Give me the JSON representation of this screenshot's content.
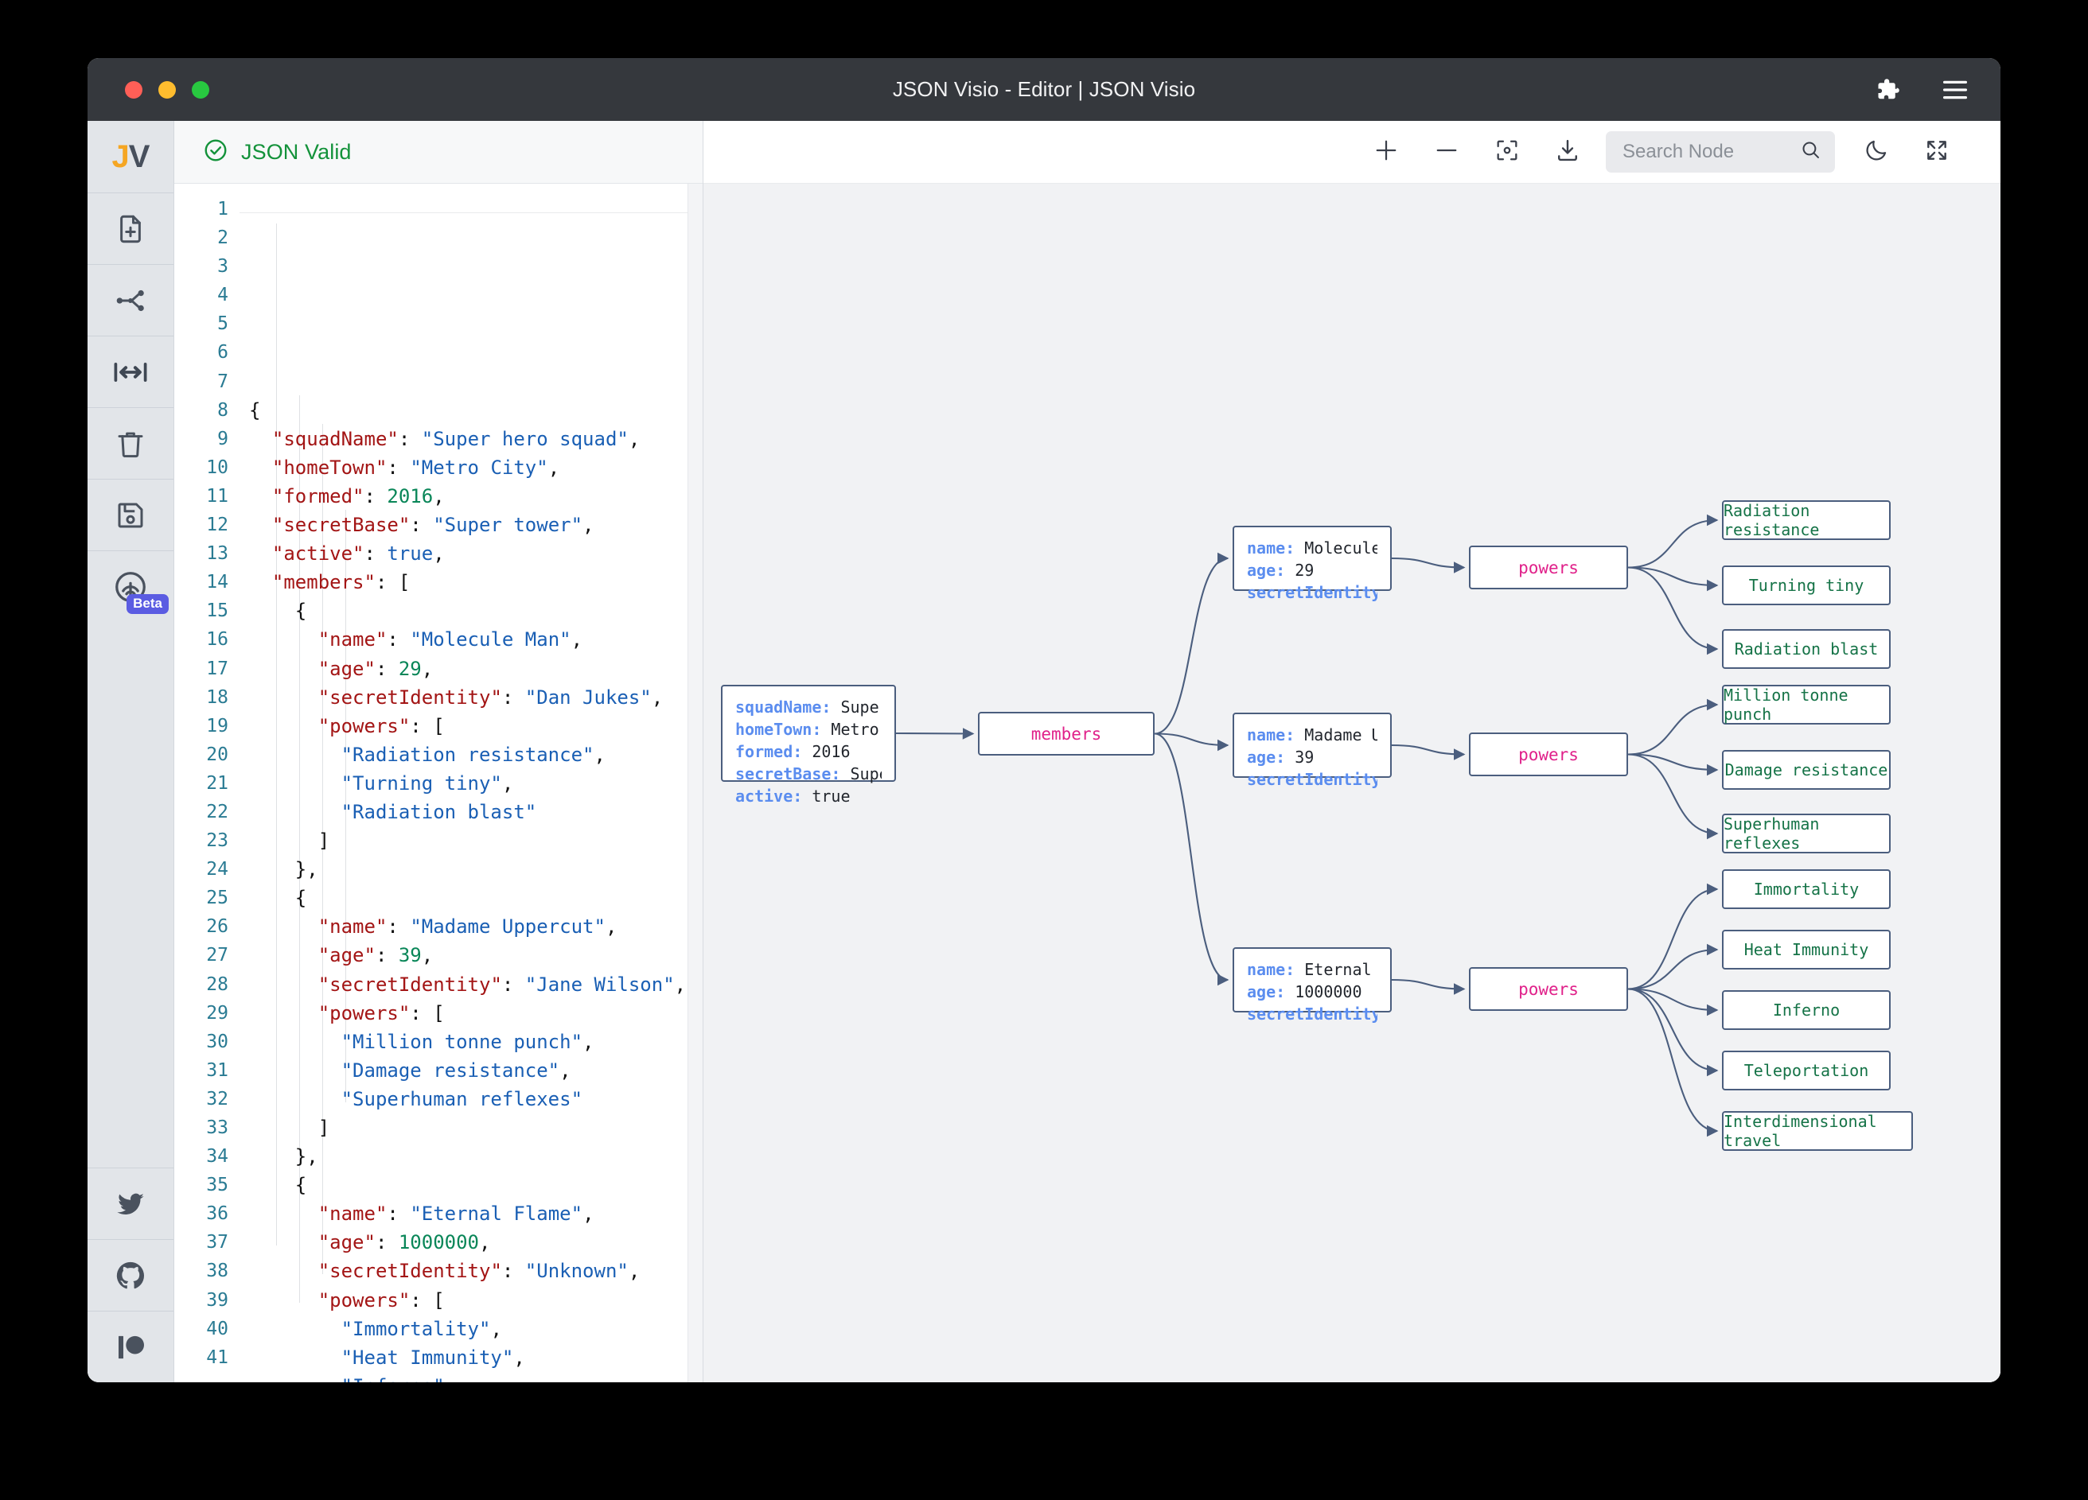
{
  "window": {
    "title": "JSON Visio - Editor | JSON Visio",
    "controls": {
      "close": "close-button",
      "minimize": "minimize-button",
      "maximize": "maximize-button"
    },
    "right_icons": [
      "puzzle-icon",
      "hamburger-menu-icon"
    ]
  },
  "rail": {
    "logo": {
      "j": "J",
      "v": "V"
    },
    "items": [
      {
        "name": "new-document",
        "icon": "file-plus-icon"
      },
      {
        "name": "share-graph",
        "icon": "share-nodes-icon"
      },
      {
        "name": "fit-width",
        "icon": "arrows-horizontal-icon"
      },
      {
        "name": "clear-json",
        "icon": "trash-icon"
      },
      {
        "name": "save-json",
        "icon": "floppy-disk-icon"
      },
      {
        "name": "cloud-save",
        "icon": "gauge-icon",
        "badge": "Beta"
      }
    ],
    "social": [
      {
        "name": "twitter",
        "icon": "twitter-icon"
      },
      {
        "name": "github",
        "icon": "github-icon"
      },
      {
        "name": "patreon",
        "icon": "patreon-icon"
      }
    ]
  },
  "editor": {
    "status": "JSON Valid",
    "status_icon": "check-circle-icon",
    "lines": [
      {
        "n": 1,
        "tokens": [
          {
            "t": "p",
            "v": "{"
          }
        ]
      },
      {
        "n": 2,
        "tokens": [
          {
            "t": "p",
            "v": "  "
          },
          {
            "t": "k",
            "v": "\"squadName\""
          },
          {
            "t": "p",
            "v": ": "
          },
          {
            "t": "s",
            "v": "\"Super hero squad\""
          },
          {
            "t": "p",
            "v": ","
          }
        ]
      },
      {
        "n": 3,
        "tokens": [
          {
            "t": "p",
            "v": "  "
          },
          {
            "t": "k",
            "v": "\"homeTown\""
          },
          {
            "t": "p",
            "v": ": "
          },
          {
            "t": "s",
            "v": "\"Metro City\""
          },
          {
            "t": "p",
            "v": ","
          }
        ]
      },
      {
        "n": 4,
        "tokens": [
          {
            "t": "p",
            "v": "  "
          },
          {
            "t": "k",
            "v": "\"formed\""
          },
          {
            "t": "p",
            "v": ": "
          },
          {
            "t": "n",
            "v": "2016"
          },
          {
            "t": "p",
            "v": ","
          }
        ]
      },
      {
        "n": 5,
        "tokens": [
          {
            "t": "p",
            "v": "  "
          },
          {
            "t": "k",
            "v": "\"secretBase\""
          },
          {
            "t": "p",
            "v": ": "
          },
          {
            "t": "s",
            "v": "\"Super tower\""
          },
          {
            "t": "p",
            "v": ","
          }
        ]
      },
      {
        "n": 6,
        "tokens": [
          {
            "t": "p",
            "v": "  "
          },
          {
            "t": "k",
            "v": "\"active\""
          },
          {
            "t": "p",
            "v": ": "
          },
          {
            "t": "b",
            "v": "true"
          },
          {
            "t": "p",
            "v": ","
          }
        ]
      },
      {
        "n": 7,
        "tokens": [
          {
            "t": "p",
            "v": "  "
          },
          {
            "t": "k",
            "v": "\"members\""
          },
          {
            "t": "p",
            "v": ": ["
          }
        ]
      },
      {
        "n": 8,
        "tokens": [
          {
            "t": "p",
            "v": "    {"
          }
        ]
      },
      {
        "n": 9,
        "tokens": [
          {
            "t": "p",
            "v": "      "
          },
          {
            "t": "k",
            "v": "\"name\""
          },
          {
            "t": "p",
            "v": ": "
          },
          {
            "t": "s",
            "v": "\"Molecule Man\""
          },
          {
            "t": "p",
            "v": ","
          }
        ]
      },
      {
        "n": 10,
        "tokens": [
          {
            "t": "p",
            "v": "      "
          },
          {
            "t": "k",
            "v": "\"age\""
          },
          {
            "t": "p",
            "v": ": "
          },
          {
            "t": "n",
            "v": "29"
          },
          {
            "t": "p",
            "v": ","
          }
        ]
      },
      {
        "n": 11,
        "tokens": [
          {
            "t": "p",
            "v": "      "
          },
          {
            "t": "k",
            "v": "\"secretIdentity\""
          },
          {
            "t": "p",
            "v": ": "
          },
          {
            "t": "s",
            "v": "\"Dan Jukes\""
          },
          {
            "t": "p",
            "v": ","
          }
        ]
      },
      {
        "n": 12,
        "tokens": [
          {
            "t": "p",
            "v": "      "
          },
          {
            "t": "k",
            "v": "\"powers\""
          },
          {
            "t": "p",
            "v": ": ["
          }
        ]
      },
      {
        "n": 13,
        "tokens": [
          {
            "t": "p",
            "v": "        "
          },
          {
            "t": "s",
            "v": "\"Radiation resistance\""
          },
          {
            "t": "p",
            "v": ","
          }
        ]
      },
      {
        "n": 14,
        "tokens": [
          {
            "t": "p",
            "v": "        "
          },
          {
            "t": "s",
            "v": "\"Turning tiny\""
          },
          {
            "t": "p",
            "v": ","
          }
        ]
      },
      {
        "n": 15,
        "tokens": [
          {
            "t": "p",
            "v": "        "
          },
          {
            "t": "s",
            "v": "\"Radiation blast\""
          }
        ]
      },
      {
        "n": 16,
        "tokens": [
          {
            "t": "p",
            "v": "      ]"
          }
        ]
      },
      {
        "n": 17,
        "tokens": [
          {
            "t": "p",
            "v": "    },"
          }
        ]
      },
      {
        "n": 18,
        "tokens": [
          {
            "t": "p",
            "v": "    {"
          }
        ]
      },
      {
        "n": 19,
        "tokens": [
          {
            "t": "p",
            "v": "      "
          },
          {
            "t": "k",
            "v": "\"name\""
          },
          {
            "t": "p",
            "v": ": "
          },
          {
            "t": "s",
            "v": "\"Madame Uppercut\""
          },
          {
            "t": "p",
            "v": ","
          }
        ]
      },
      {
        "n": 20,
        "tokens": [
          {
            "t": "p",
            "v": "      "
          },
          {
            "t": "k",
            "v": "\"age\""
          },
          {
            "t": "p",
            "v": ": "
          },
          {
            "t": "n",
            "v": "39"
          },
          {
            "t": "p",
            "v": ","
          }
        ]
      },
      {
        "n": 21,
        "tokens": [
          {
            "t": "p",
            "v": "      "
          },
          {
            "t": "k",
            "v": "\"secretIdentity\""
          },
          {
            "t": "p",
            "v": ": "
          },
          {
            "t": "s",
            "v": "\"Jane Wilson\""
          },
          {
            "t": "p",
            "v": ","
          }
        ]
      },
      {
        "n": 22,
        "tokens": [
          {
            "t": "p",
            "v": "      "
          },
          {
            "t": "k",
            "v": "\"powers\""
          },
          {
            "t": "p",
            "v": ": ["
          }
        ]
      },
      {
        "n": 23,
        "tokens": [
          {
            "t": "p",
            "v": "        "
          },
          {
            "t": "s",
            "v": "\"Million tonne punch\""
          },
          {
            "t": "p",
            "v": ","
          }
        ]
      },
      {
        "n": 24,
        "tokens": [
          {
            "t": "p",
            "v": "        "
          },
          {
            "t": "s",
            "v": "\"Damage resistance\""
          },
          {
            "t": "p",
            "v": ","
          }
        ]
      },
      {
        "n": 25,
        "tokens": [
          {
            "t": "p",
            "v": "        "
          },
          {
            "t": "s",
            "v": "\"Superhuman reflexes\""
          }
        ]
      },
      {
        "n": 26,
        "tokens": [
          {
            "t": "p",
            "v": "      ]"
          }
        ]
      },
      {
        "n": 27,
        "tokens": [
          {
            "t": "p",
            "v": "    },"
          }
        ]
      },
      {
        "n": 28,
        "tokens": [
          {
            "t": "p",
            "v": "    {"
          }
        ]
      },
      {
        "n": 29,
        "tokens": [
          {
            "t": "p",
            "v": "      "
          },
          {
            "t": "k",
            "v": "\"name\""
          },
          {
            "t": "p",
            "v": ": "
          },
          {
            "t": "s",
            "v": "\"Eternal Flame\""
          },
          {
            "t": "p",
            "v": ","
          }
        ]
      },
      {
        "n": 30,
        "tokens": [
          {
            "t": "p",
            "v": "      "
          },
          {
            "t": "k",
            "v": "\"age\""
          },
          {
            "t": "p",
            "v": ": "
          },
          {
            "t": "n",
            "v": "1000000"
          },
          {
            "t": "p",
            "v": ","
          }
        ]
      },
      {
        "n": 31,
        "tokens": [
          {
            "t": "p",
            "v": "      "
          },
          {
            "t": "k",
            "v": "\"secretIdentity\""
          },
          {
            "t": "p",
            "v": ": "
          },
          {
            "t": "s",
            "v": "\"Unknown\""
          },
          {
            "t": "p",
            "v": ","
          }
        ]
      },
      {
        "n": 32,
        "tokens": [
          {
            "t": "p",
            "v": "      "
          },
          {
            "t": "k",
            "v": "\"powers\""
          },
          {
            "t": "p",
            "v": ": ["
          }
        ]
      },
      {
        "n": 33,
        "tokens": [
          {
            "t": "p",
            "v": "        "
          },
          {
            "t": "s",
            "v": "\"Immortality\""
          },
          {
            "t": "p",
            "v": ","
          }
        ]
      },
      {
        "n": 34,
        "tokens": [
          {
            "t": "p",
            "v": "        "
          },
          {
            "t": "s",
            "v": "\"Heat Immunity\""
          },
          {
            "t": "p",
            "v": ","
          }
        ]
      },
      {
        "n": 35,
        "tokens": [
          {
            "t": "p",
            "v": "        "
          },
          {
            "t": "s",
            "v": "\"Inferno\""
          },
          {
            "t": "p",
            "v": ","
          }
        ]
      },
      {
        "n": 36,
        "tokens": [
          {
            "t": "p",
            "v": "        "
          },
          {
            "t": "s",
            "v": "\"Teleportation\""
          },
          {
            "t": "p",
            "v": ","
          }
        ]
      },
      {
        "n": 37,
        "tokens": [
          {
            "t": "p",
            "v": "        "
          },
          {
            "t": "s",
            "v": "\"Interdimensional travel\""
          }
        ]
      },
      {
        "n": 38,
        "tokens": [
          {
            "t": "p",
            "v": "      ]"
          }
        ]
      },
      {
        "n": 39,
        "tokens": [
          {
            "t": "p",
            "v": "    }"
          }
        ]
      },
      {
        "n": 40,
        "tokens": [
          {
            "t": "p",
            "v": "  ]"
          }
        ]
      },
      {
        "n": 41,
        "tokens": [
          {
            "t": "p",
            "v": "}"
          }
        ]
      }
    ]
  },
  "toolbar": {
    "zoom_in": "plus-icon",
    "zoom_out": "minus-icon",
    "center": "focus-icon",
    "download": "download-icon",
    "search_placeholder": "Search Node",
    "search_value": "",
    "search_icon": "search-icon",
    "theme": "moon-icon",
    "fullscreen": "expand-icon"
  },
  "graph": {
    "root": {
      "rows": [
        {
          "key": "squadName",
          "value": "Super hero…"
        },
        {
          "key": "homeTown",
          "value": "Metro City"
        },
        {
          "key": "formed",
          "value": "2016"
        },
        {
          "key": "secretBase",
          "value": "Super tow…"
        },
        {
          "key": "active",
          "value": "true"
        }
      ]
    },
    "members_label": "members",
    "members": [
      {
        "rows": [
          {
            "key": "name",
            "value": "Molecule Man"
          },
          {
            "key": "age",
            "value": "29"
          },
          {
            "key": "secretIdentity",
            "value": "Dan J…"
          }
        ],
        "powers_label": "powers",
        "powers": [
          "Radiation resistance",
          "Turning tiny",
          "Radiation blast"
        ]
      },
      {
        "rows": [
          {
            "key": "name",
            "value": "Madame Uppercut"
          },
          {
            "key": "age",
            "value": "39"
          },
          {
            "key": "secretIdentity",
            "value": "Jane …"
          }
        ],
        "powers_label": "powers",
        "powers": [
          "Million tonne punch",
          "Damage resistance",
          "Superhuman reflexes"
        ]
      },
      {
        "rows": [
          {
            "key": "name",
            "value": "Eternal Flame"
          },
          {
            "key": "age",
            "value": "1000000"
          },
          {
            "key": "secretIdentity",
            "value": "Unkno…"
          }
        ],
        "powers_label": "powers",
        "powers": [
          "Immortality",
          "Heat Immunity",
          "Inferno",
          "Teleportation",
          "Interdimensional travel"
        ]
      }
    ]
  },
  "colors": {
    "valid_green": "#13923a",
    "node_border": "#4b5e7e",
    "node_key": "#5b8def",
    "parent_pink": "#e0218a",
    "leaf_green": "#157347",
    "beta_badge": "#5b5ce2",
    "logo_accent": "#f5a623"
  }
}
